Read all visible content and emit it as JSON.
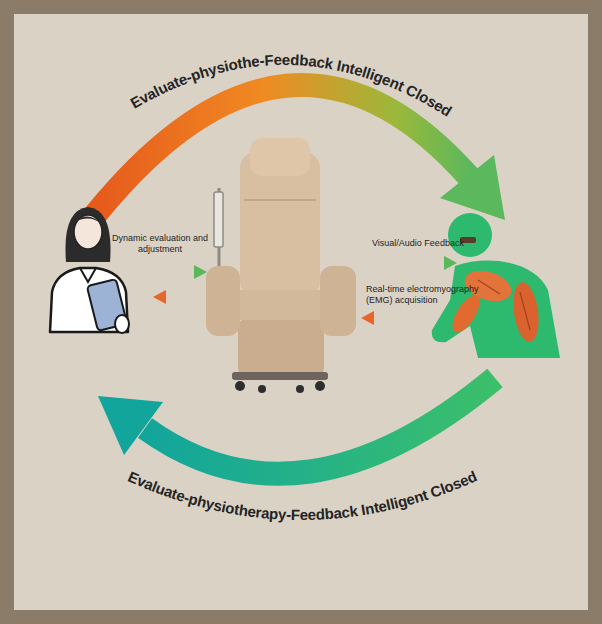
{
  "diagram": {
    "labels": [
      "Evaluate-physiothe-Feedback Intelligent Closed",
      "Dynamic evaluation and adjustment",
      "Visual/Audio Feedback",
      "Real-time electromyography (EMG) acquisition",
      "Evaluate-physiotherapy-Feedback Intelligent Closed"
    ]
  }
}
